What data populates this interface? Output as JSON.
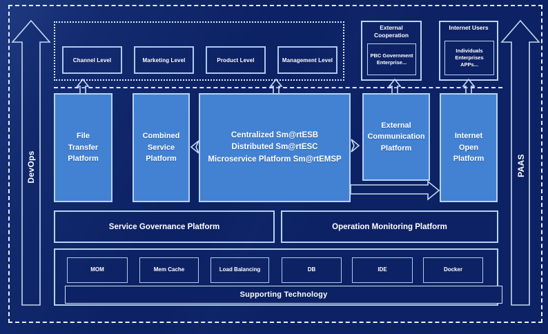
{
  "colors": {
    "background": "#0d2264",
    "platform_fill": "#4382d2",
    "light_border": "#b7d3f3",
    "dashed_line": "#dfeafa",
    "text": "#ffffff"
  },
  "rails": {
    "left_label": "DevOps",
    "right_label": "PAAS"
  },
  "top_band": {
    "levels": [
      "Channel Level",
      "Marketing Level",
      "Product Level",
      "Management Level"
    ],
    "external_cooperation": {
      "title": "External Cooperation",
      "members": "PBC Government Enterprise..."
    },
    "internet_users": {
      "title": "Internet Users",
      "members": "Individuals Enterprises APPs..."
    }
  },
  "platforms": {
    "file_transfer": "File Transfer Platform",
    "combined_service": "Combined Service Platform",
    "central_lines": [
      "Centralized Sm@rtESB",
      "Distributed Sm@rtESC",
      "Microservice Platform Sm@rtEMSP"
    ],
    "external_communication": "External Communication Platform",
    "internet_open": "Internet Open Platform"
  },
  "management_row": {
    "service_governance": "Service Governance Platform",
    "operation_monitoring": "Operation Monitoring Platform"
  },
  "supporting": {
    "technologies": [
      "MOM",
      "Mem Cache",
      "Load Balancing",
      "DB",
      "IDE",
      "Docker"
    ],
    "label": "Supporting Technology"
  }
}
